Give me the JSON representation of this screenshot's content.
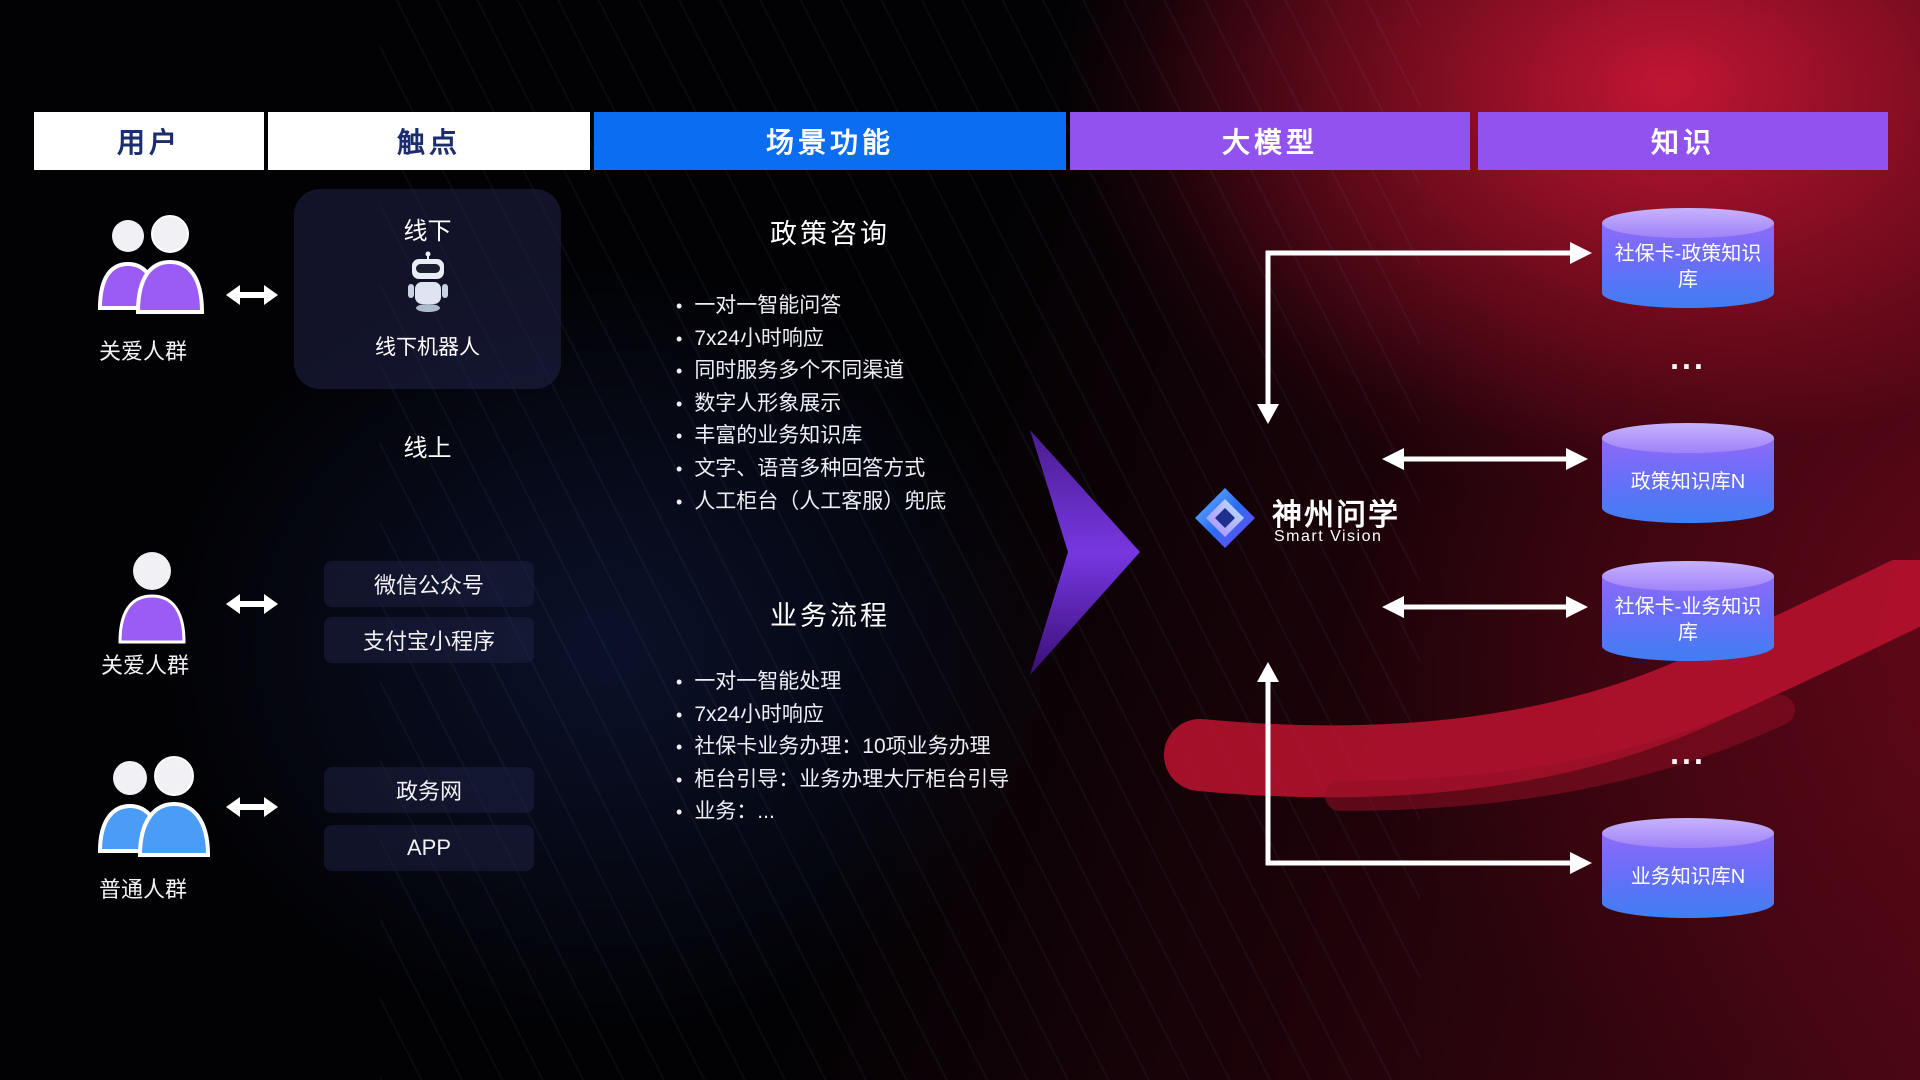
{
  "headers": {
    "users": "用户",
    "touchpoints": "触点",
    "scenario": "场景功能",
    "model": "大模型",
    "knowledge": "知识"
  },
  "users": {
    "group1_label": "关爱人群",
    "single_label": "关爱人群",
    "group2_label": "普通人群"
  },
  "touchpoints": {
    "offline_title": "线下",
    "offline_robot_label": "线下机器人",
    "online_title": "线上",
    "channel1": "微信公众号",
    "channel2": "支付宝小程序",
    "channel3": "政务网",
    "channel4": "APP"
  },
  "scenario": {
    "section1_title": "政策咨询",
    "s1_items": [
      "一对一智能问答",
      "7x24小时响应",
      "同时服务多个不同渠道",
      "数字人形象展示",
      "丰富的业务知识库",
      "文字、语音多种回答方式",
      "人工柜台（人工客服）兜底"
    ],
    "section2_title": "业务流程",
    "s2_items": [
      "一对一智能处理",
      "7x24小时响应",
      "社保卡业务办理：10项业务办理",
      "柜台引导：业务办理大厅柜台引导",
      "业务：..."
    ]
  },
  "model": {
    "name": "神州问学",
    "subtitle": "Smart Vision"
  },
  "knowledge": {
    "db1": "社保卡-政策知识库",
    "dots1": "...",
    "db2": "政策知识库N",
    "db3": "社保卡-业务知识库",
    "dots2": "...",
    "db4": "业务知识库N"
  },
  "colors": {
    "blue_header": "#0a6df2",
    "purple_header": "#9152f0",
    "accent_red": "#b5122e",
    "user_purple": "#9b5bf5",
    "user_blue": "#4b9cf6"
  }
}
